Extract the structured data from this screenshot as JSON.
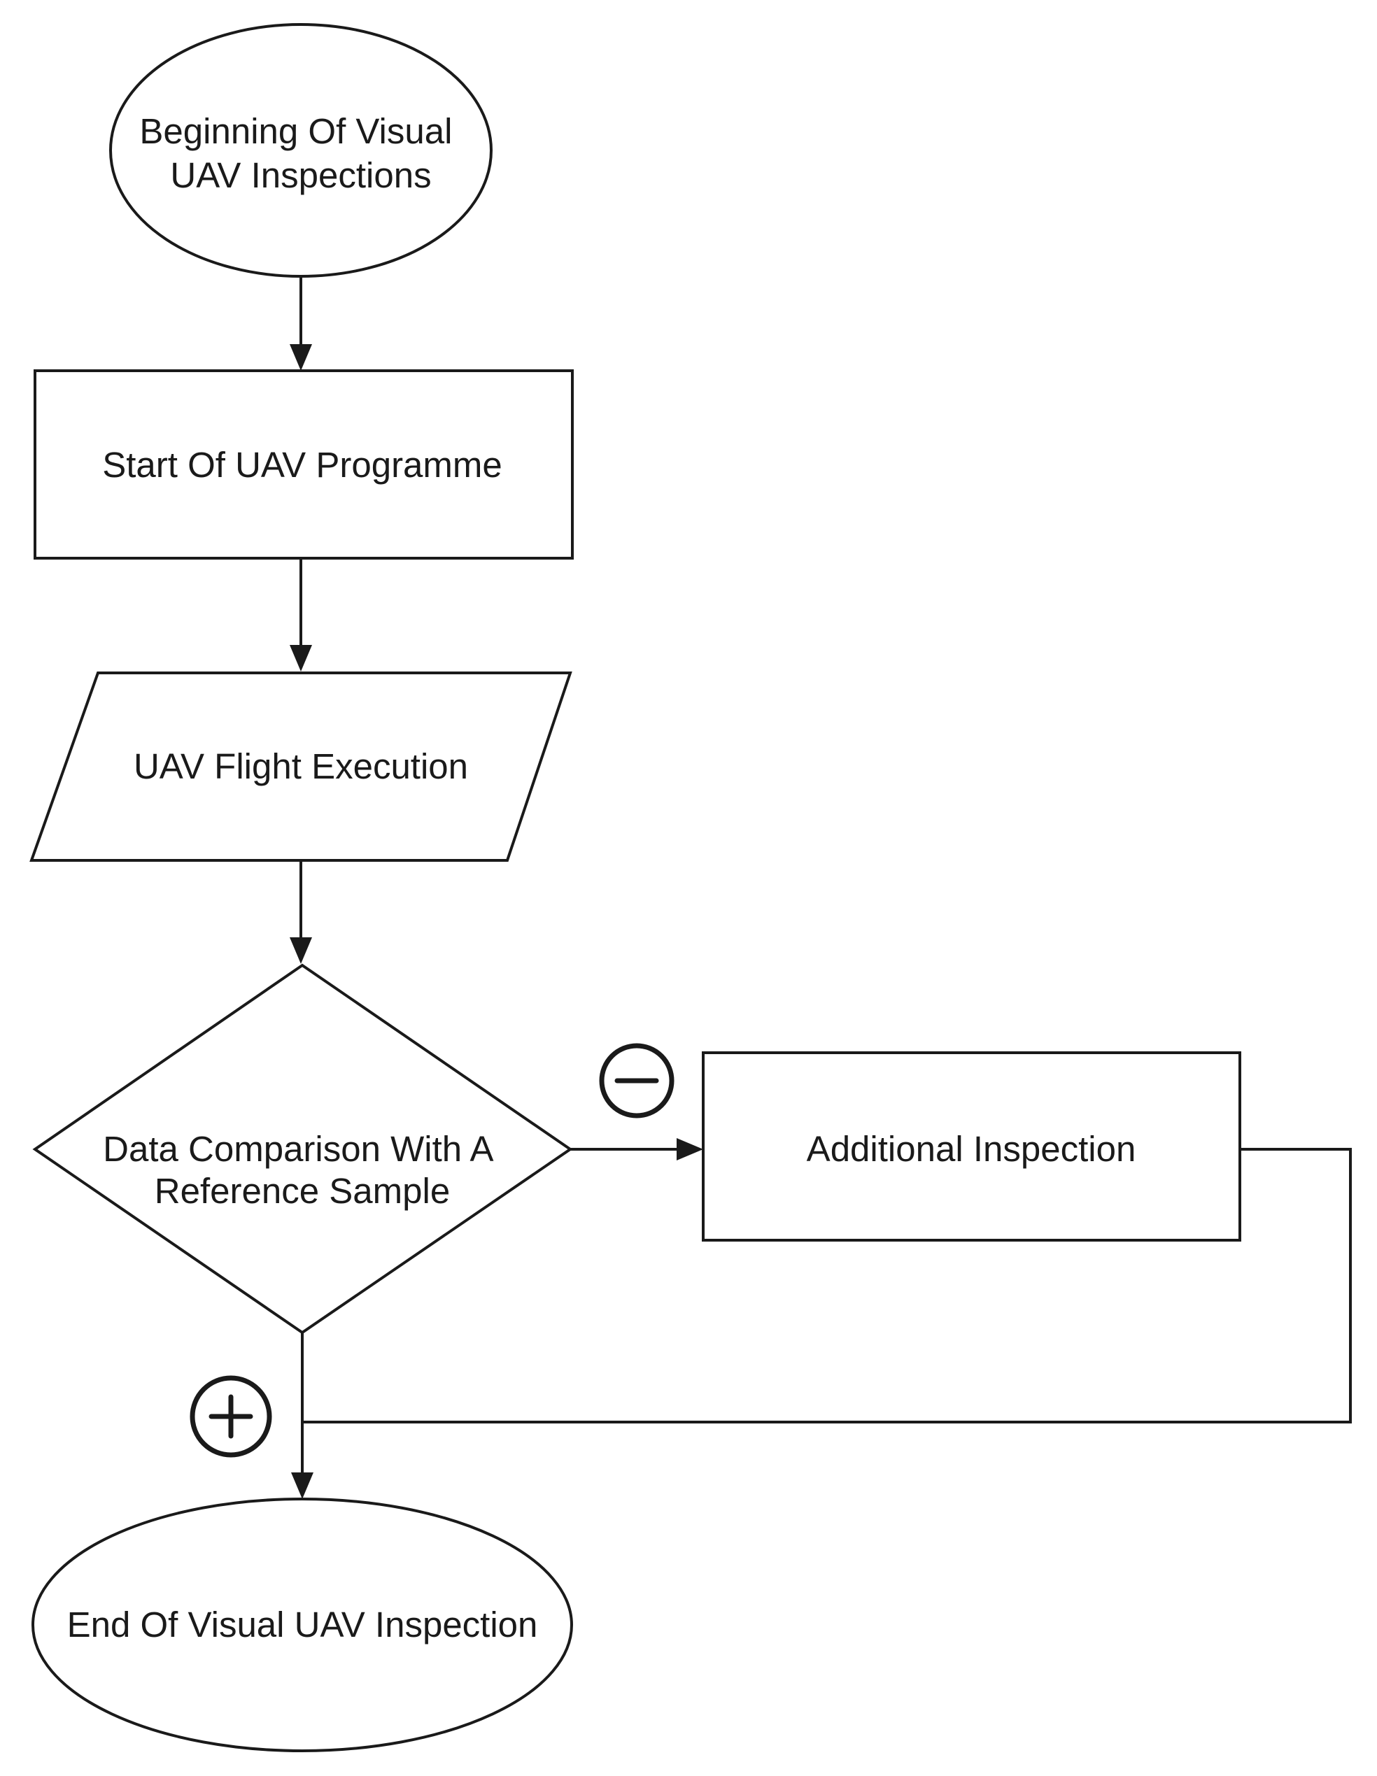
{
  "diagram": {
    "type": "flowchart",
    "nodes": {
      "start": {
        "shape": "ellipse",
        "lines": [
          "Beginning Of Visual",
          "UAV Inspections"
        ]
      },
      "programme": {
        "shape": "rectangle",
        "lines": [
          "Start Of UAV Programme"
        ]
      },
      "flight": {
        "shape": "parallelogram",
        "lines": [
          "UAV Flight Execution"
        ]
      },
      "decision": {
        "shape": "diamond",
        "lines": [
          "Data Comparison With A",
          "Reference Sample"
        ]
      },
      "additional": {
        "shape": "rectangle",
        "lines": [
          "Additional Inspection"
        ]
      },
      "end": {
        "shape": "ellipse",
        "lines": [
          "End Of Visual UAV Inspection"
        ]
      }
    },
    "edges": [
      {
        "from": "start",
        "to": "programme"
      },
      {
        "from": "programme",
        "to": "flight"
      },
      {
        "from": "flight",
        "to": "decision"
      },
      {
        "from": "decision",
        "to": "additional",
        "sign": "minus"
      },
      {
        "from": "decision",
        "to": "end",
        "sign": "plus"
      },
      {
        "from": "additional",
        "to": "end"
      }
    ],
    "signs": {
      "negative": "minus-icon",
      "positive": "plus-icon"
    },
    "colors": {
      "stroke": "#1a1a1a",
      "fill": "#ffffff",
      "background": "#ffffff"
    }
  }
}
